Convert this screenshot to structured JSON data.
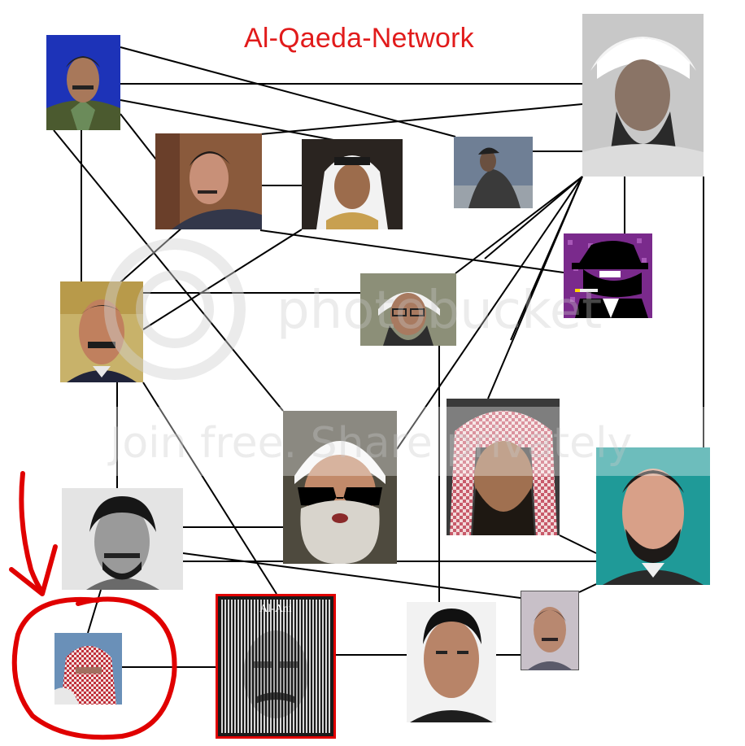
{
  "title": "Al-Qaeda-Network",
  "watermark": {
    "line1": "photobucket",
    "line2": "Join free. Share privately"
  },
  "nodes": {
    "alani_label": "Al-Ani"
  },
  "colors": {
    "title": "#e11b1b",
    "edge": "#000000",
    "highlight": "#e00000"
  }
}
